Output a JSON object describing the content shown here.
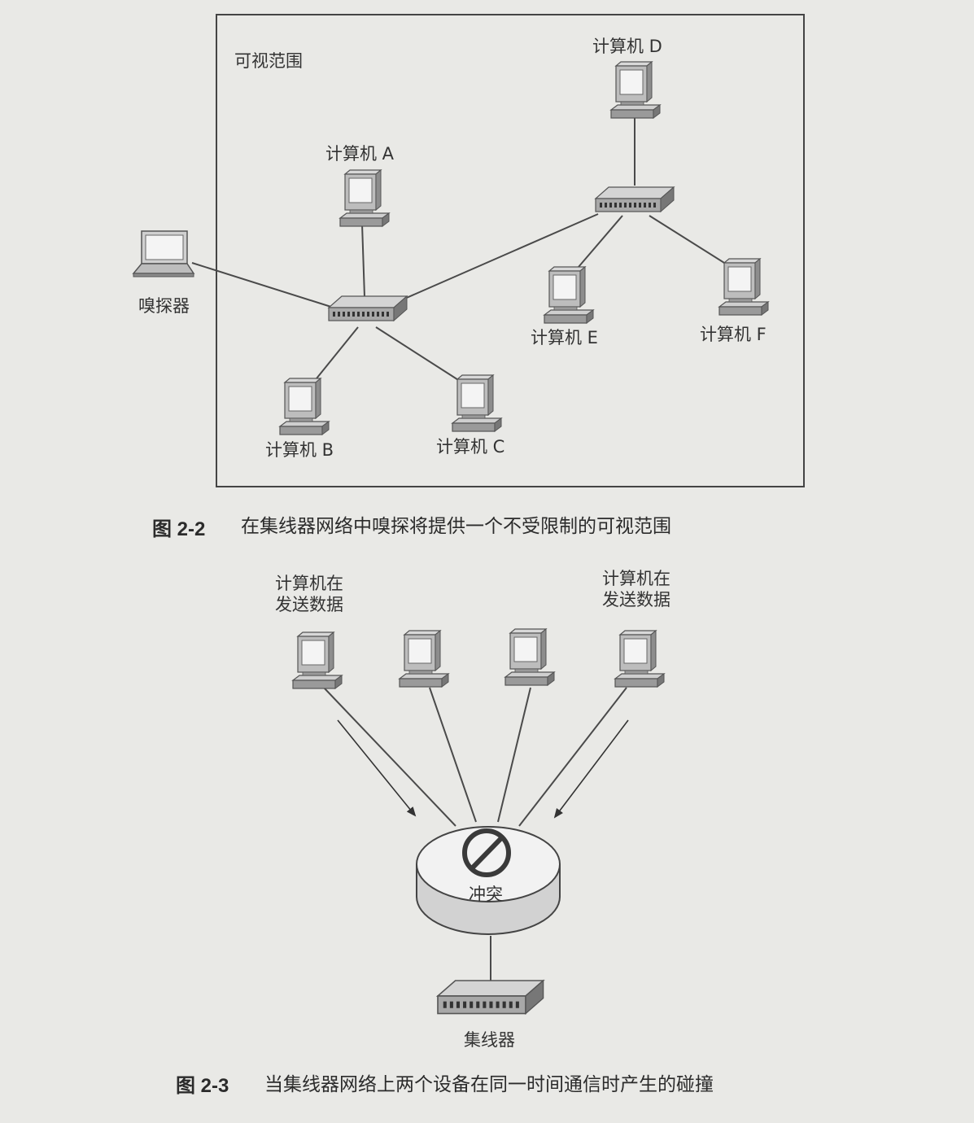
{
  "figure_2_2": {
    "scope_label": "可视范围",
    "computers": {
      "a": "计算机 A",
      "b": "计算机 B",
      "c": "计算机 C",
      "d": "计算机 D",
      "e": "计算机 E",
      "f": "计算机 F"
    },
    "sniffer_label": "嗅探器",
    "caption_number": "图 2-2",
    "caption_text": "在集线器网络中嗅探将提供一个不受限制的可视范围"
  },
  "figure_2_3": {
    "sender_left_line1": "计算机在",
    "sender_left_line2": "发送数据",
    "sender_right_line1": "计算机在",
    "sender_right_line2": "发送数据",
    "collision_label": "冲突",
    "hub_label": "集线器",
    "caption_number": "图 2-3",
    "caption_text": "当集线器网络上两个设备在同一时间通信时产生的碰撞"
  }
}
